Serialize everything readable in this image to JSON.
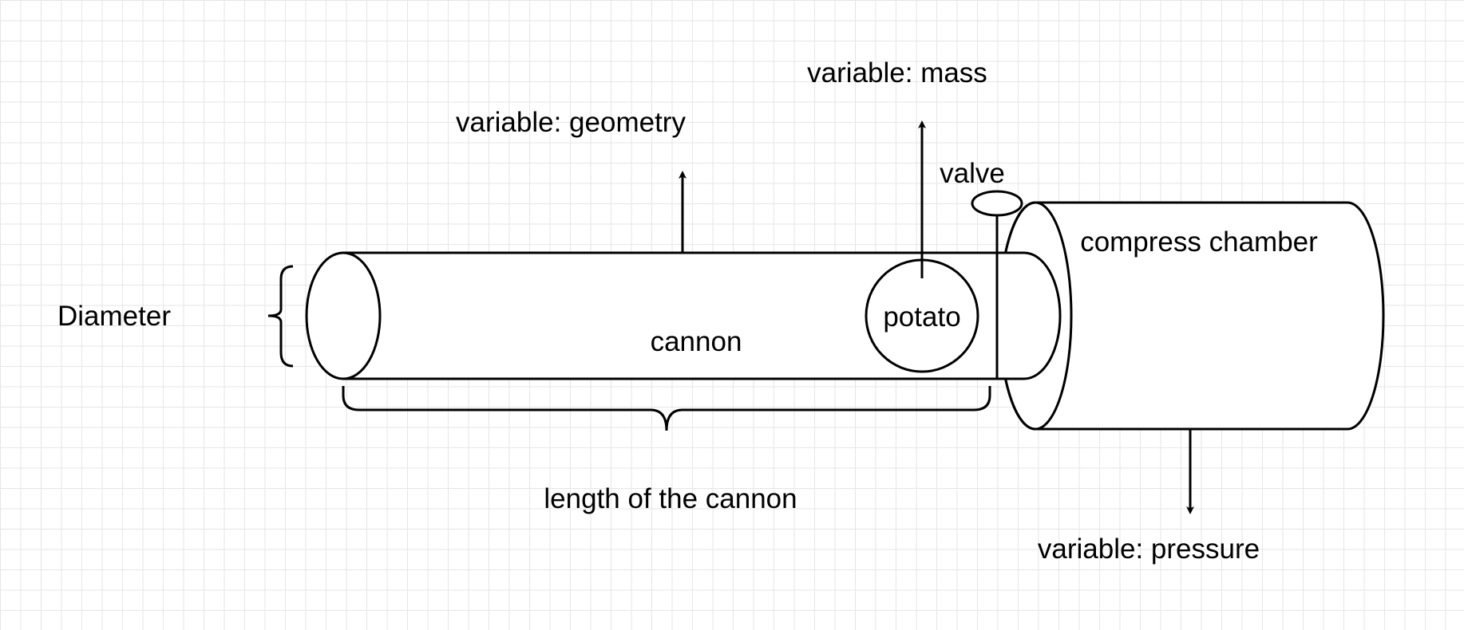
{
  "labels": {
    "diameter": "Diameter",
    "cannon": "cannon",
    "length": "length of the cannon",
    "geometry": "variable: geometry",
    "mass": "variable: mass",
    "valve": "valve",
    "potato": "potato",
    "chamber": "compress chamber",
    "pressure": "variable: pressure"
  }
}
